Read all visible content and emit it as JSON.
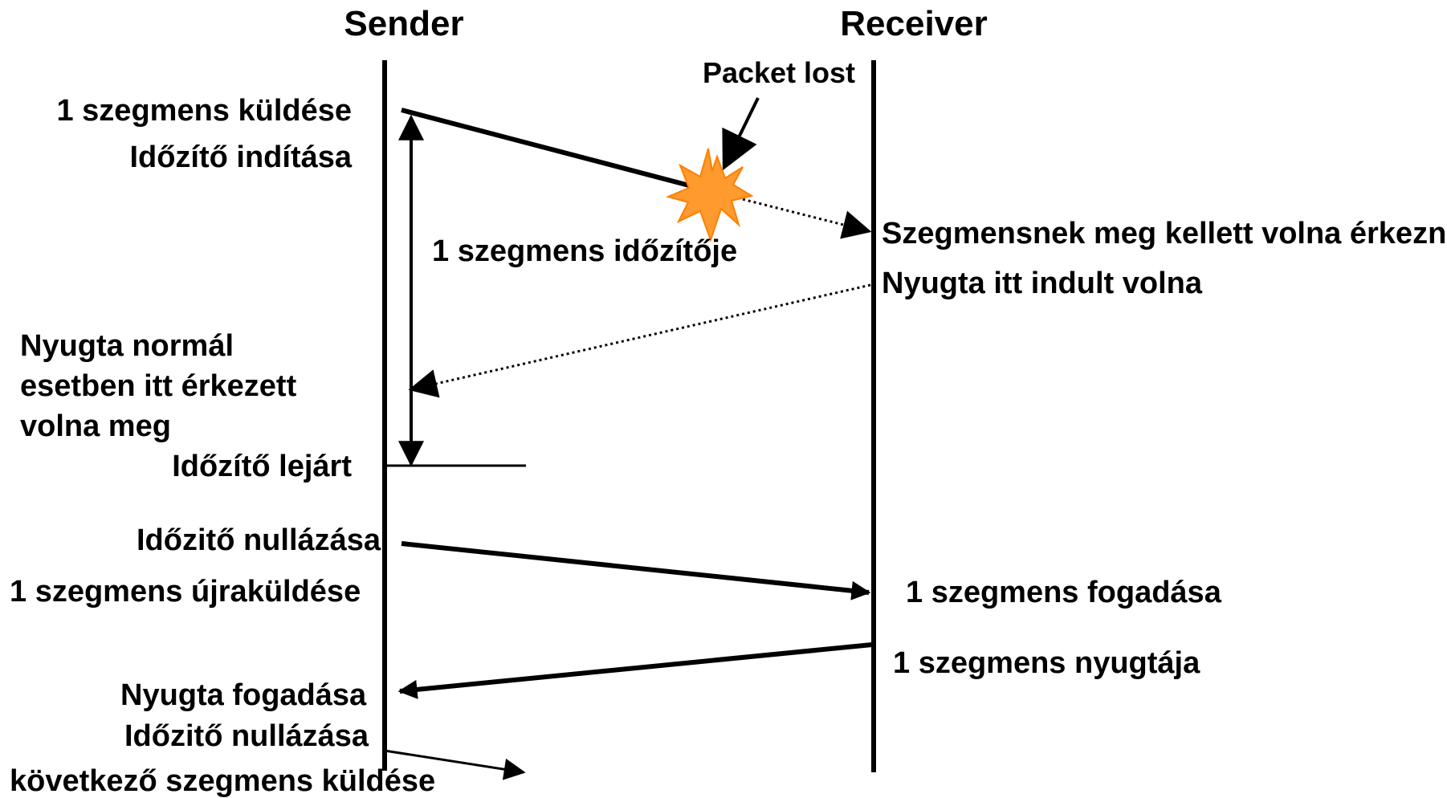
{
  "headers": {
    "sender": "Sender",
    "receiver": "Receiver"
  },
  "labels": {
    "packet_lost": "Packet lost",
    "send_one": "1 szegmens küldése",
    "timer_start": "Időzítő indítása",
    "should_arrive": "Szegmensnek meg kellett volna érkeznie",
    "timer_of_one": "1 szegmens időzítője",
    "ack_would_start": "Nyugta itt indult volna",
    "ack_normal_1": "Nyugta normál",
    "ack_normal_2": "esetben itt érkezett",
    "ack_normal_3": "volna meg",
    "timer_expired": "Időzítő lejárt",
    "timer_reset_1": "Időzitő nullázása",
    "resend_one": "1 szegmens újraküldése",
    "receive_one": "1 szegmens fogadása",
    "ack_of_one": "1 szegmens nyugtája",
    "ack_receive": "Nyugta fogadása",
    "timer_reset_2": "Időzitő nullázása",
    "send_next": "következő szegmens küldése"
  },
  "colors": {
    "line": "#000000",
    "burst_fill": "#ff9a2e",
    "burst_stroke": "#ff7f00"
  },
  "icons": {
    "loss": "explosion-burst-icon"
  }
}
